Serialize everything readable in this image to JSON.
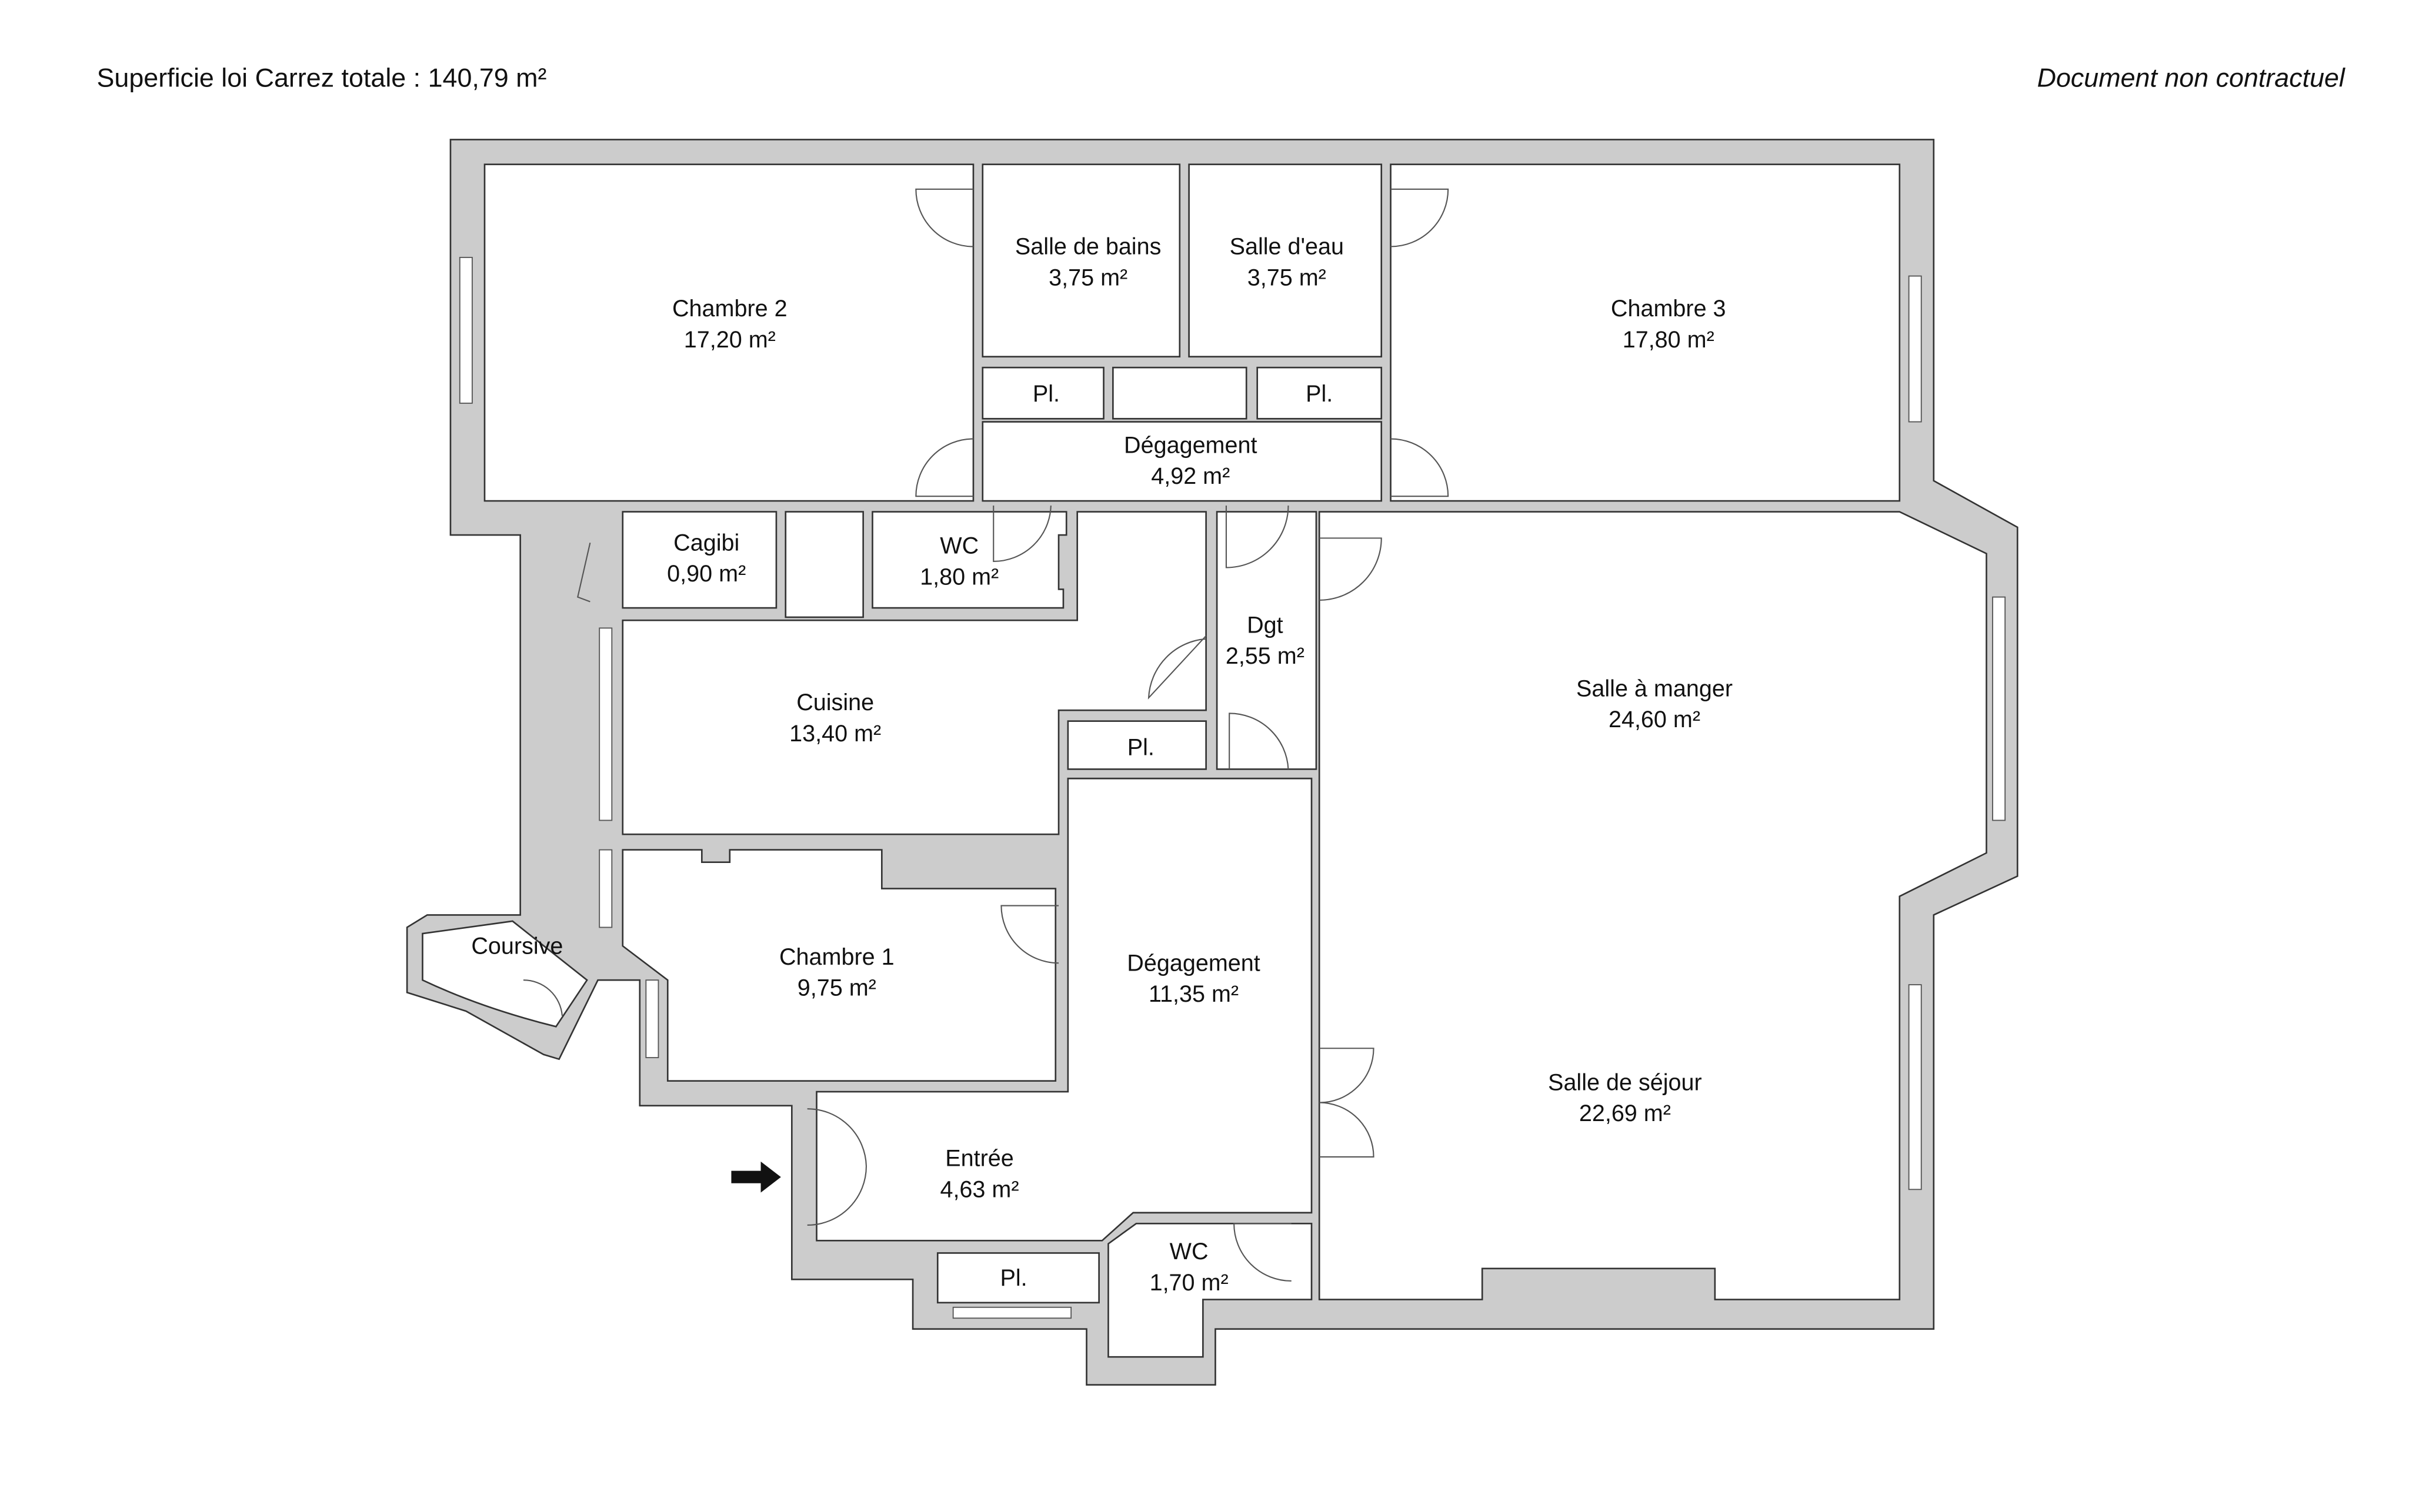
{
  "header": {
    "total_area": "Superficie loi Carrez totale :  140,79 m²",
    "disclaimer": "Document non contractuel"
  },
  "rooms": {
    "chambre2": {
      "name": "Chambre 2",
      "area": "17,20 m²"
    },
    "salle_de_bains": {
      "name": "Salle de bains",
      "area": "3,75 m²"
    },
    "salle_deau": {
      "name": "Salle d'eau",
      "area": "3,75 m²"
    },
    "chambre3": {
      "name": "Chambre 3",
      "area": "17,80 m²"
    },
    "placard_1": {
      "name": "Pl."
    },
    "placard_2": {
      "name": "Pl."
    },
    "degagement_nord": {
      "name": "Dégagement",
      "area": "4,92 m²"
    },
    "cagibi": {
      "name": "Cagibi",
      "area": "0,90 m²"
    },
    "wc_nord": {
      "name": "WC",
      "area": "1,80 m²"
    },
    "dgt": {
      "name": "Dgt",
      "area": "2,55 m²"
    },
    "cuisine": {
      "name": "Cuisine",
      "area": "13,40 m²"
    },
    "placard_3": {
      "name": "Pl."
    },
    "salle_a_manger": {
      "name": "Salle à manger",
      "area": "24,60 m²"
    },
    "coursive": {
      "name": "Coursive"
    },
    "chambre1": {
      "name": "Chambre 1",
      "area": "9,75 m²"
    },
    "degagement_sud": {
      "name": "Dégagement",
      "area": "11,35 m²"
    },
    "salle_de_sejour": {
      "name": "Salle de séjour",
      "area": "22,69 m²"
    },
    "entree": {
      "name": "Entrée",
      "area": "4,63 m²"
    },
    "wc_sud": {
      "name": "WC",
      "area": "1,70 m²"
    },
    "placard_4": {
      "name": "Pl."
    }
  },
  "icons": {
    "entrance": "arrow-right-icon"
  }
}
